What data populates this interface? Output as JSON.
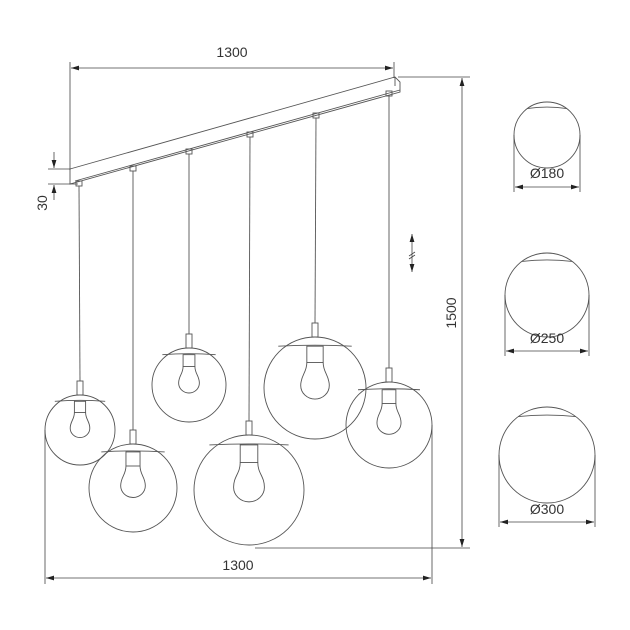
{
  "dimensions": {
    "top_width": "1300",
    "bottom_width": "1300",
    "height": "1500",
    "canopy_height": "30",
    "small_diameter": "Ø180",
    "medium_diameter": "Ø250",
    "large_diameter": "Ø300"
  },
  "colors": {
    "line": "#555555",
    "text": "#333333"
  },
  "icons": {
    "adjustable_height": "double-arrow-adjust-icon"
  }
}
